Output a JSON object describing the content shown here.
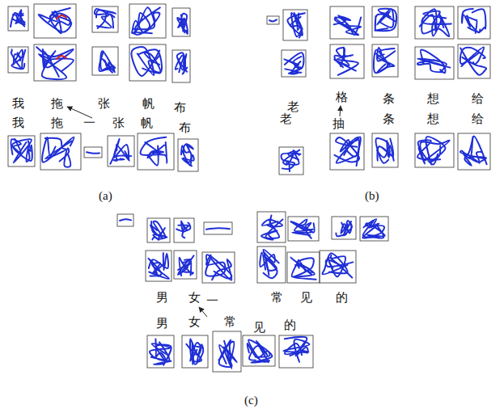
{
  "diagram": {
    "labels": [
      "我",
      "拖",
      "张",
      "帆",
      "布",
      "我",
      "拖",
      "一",
      "张",
      "帆",
      "布",
      "(a)",
      "老",
      "格",
      "条",
      "想",
      "给",
      "老",
      "抽",
      "条",
      "想",
      "给",
      "(b)",
      "男",
      "女",
      "一",
      "常",
      "见",
      "的",
      "男",
      "女",
      "常",
      "见",
      "的",
      "(c)"
    ]
  }
}
